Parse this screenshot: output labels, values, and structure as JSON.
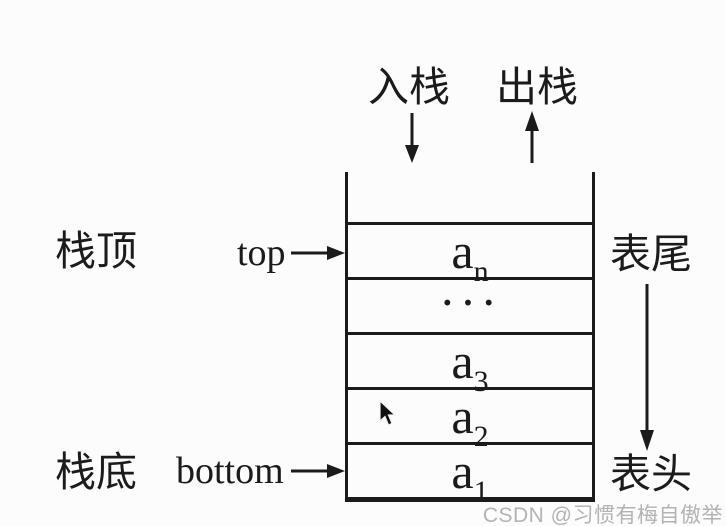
{
  "diagram": {
    "push_label": "入栈",
    "pop_label": "出栈",
    "stack_top_label": "栈顶",
    "stack_bottom_label": "栈底",
    "top_pointer_label": "top",
    "bottom_pointer_label": "bottom",
    "list_tail_label": "表尾",
    "list_head_label": "表头",
    "cells": [
      {
        "base": "a",
        "sub": "n"
      },
      {
        "base": "···",
        "sub": ""
      },
      {
        "base": "a",
        "sub": "3"
      },
      {
        "base": "a",
        "sub": "2"
      },
      {
        "base": "a",
        "sub": "1"
      }
    ]
  },
  "watermark": {
    "text": "CSDN @习惯有梅自傲举",
    "color": "#b4b2b5"
  },
  "colors": {
    "ink": "#1b1b1b",
    "background": "#fcfcfc"
  }
}
